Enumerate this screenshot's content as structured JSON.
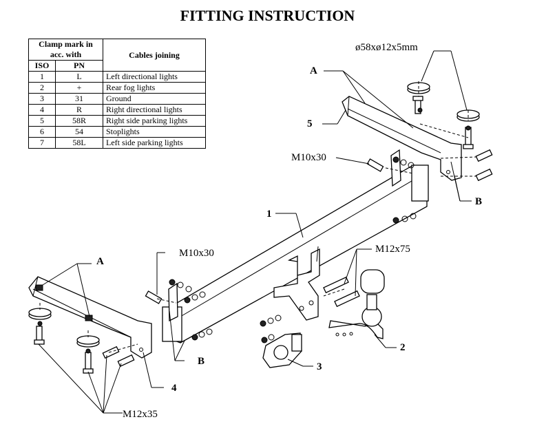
{
  "title": "FITTING INSTRUCTION",
  "table": {
    "header_clamp": "Clamp mark in acc. with",
    "header_cables": "Cables joining",
    "header_iso": "ISO",
    "header_pn": "PN",
    "rows": [
      {
        "iso": "1",
        "pn": "L",
        "desc": "Left directional lights"
      },
      {
        "iso": "2",
        "pn": "+",
        "desc": "Rear fog lights"
      },
      {
        "iso": "3",
        "pn": "31",
        "desc": "Ground"
      },
      {
        "iso": "4",
        "pn": "R",
        "desc": "Right directional lights"
      },
      {
        "iso": "5",
        "pn": "58R",
        "desc": "Right side parking lights"
      },
      {
        "iso": "6",
        "pn": "54",
        "desc": "Stoplights"
      },
      {
        "iso": "7",
        "pn": "58L",
        "desc": "Left side parking lights"
      }
    ]
  },
  "labels": {
    "washer": "ø58xø12x5mm",
    "a_top": "A",
    "a_left": "A",
    "b_right": "B",
    "b_left": "B",
    "bolt_m10_top": "M10x30",
    "bolt_m10_left": "M10x30",
    "bolt_m12x75": "M12x75",
    "bolt_m12x35": "M12x35",
    "part1": "1",
    "part2": "2",
    "part3": "3",
    "part4": "4",
    "part5": "5"
  }
}
